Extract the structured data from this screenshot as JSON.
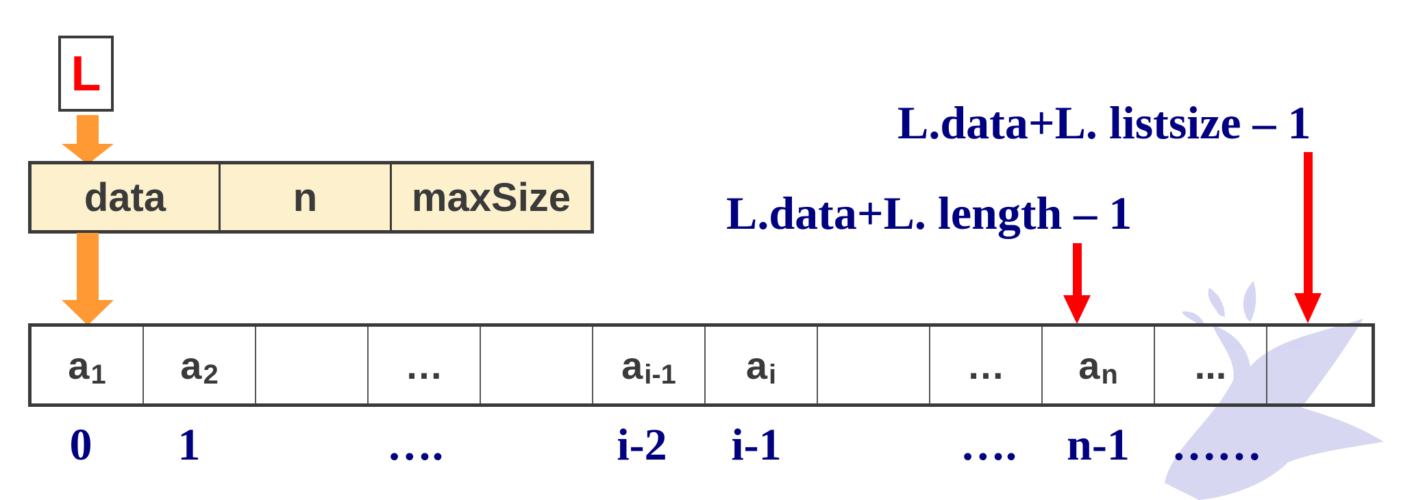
{
  "pointer_box": {
    "label": "L"
  },
  "struct_fields": [
    "data",
    "n",
    "maxSize"
  ],
  "array_cells": [
    {
      "base": "a",
      "sub": "1"
    },
    {
      "base": "a",
      "sub": "2"
    },
    {
      "base": "",
      "sub": ""
    },
    {
      "base": "…",
      "sub": ""
    },
    {
      "base": "",
      "sub": ""
    },
    {
      "base": "a",
      "sub": "i-1"
    },
    {
      "base": "a",
      "sub": "i"
    },
    {
      "base": "",
      "sub": ""
    },
    {
      "base": "…",
      "sub": ""
    },
    {
      "base": "a",
      "sub": "n"
    },
    {
      "base": "...",
      "sub": ""
    },
    {
      "base": "",
      "sub": ""
    }
  ],
  "indices": [
    "0",
    "1",
    "….",
    "i-2",
    "i-1",
    "….",
    "n-1",
    "……"
  ],
  "labels": {
    "listsize_pointer": "L.data+L. listsize – 1",
    "length_pointer": "L.data+L. length – 1"
  },
  "colors": {
    "pointer_text": "#ff0000",
    "index_text": "#000080",
    "struct_fill": "#fdf0cc",
    "orange_arrow": "#ff9933",
    "red_arrow": "#ff0000",
    "border": "#3a3a3a"
  }
}
